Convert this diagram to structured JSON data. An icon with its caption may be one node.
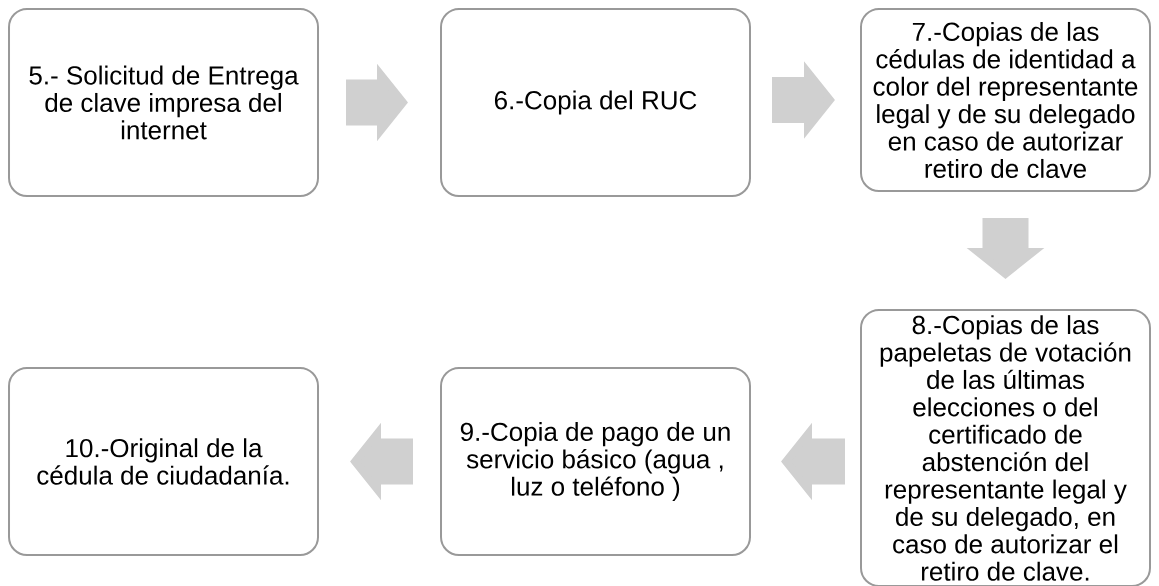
{
  "diagram": {
    "nodes": [
      {
        "text": [
          "5.- Solicitud de Entrega de clave impresa del internet"
        ]
      },
      {
        "text": [
          "6.-Copia del RUC"
        ]
      },
      {
        "text": [
          "7.-Copias de las cédulas de identidad a color del representante legal y de su delegado en caso de autorizar retiro de clave"
        ]
      },
      {
        "text": [
          "8.-Copias de las papeletas de votación de las últimas elecciones o del certificado de abstención del representante legal y de su delegado, en caso de autorizar el retiro de clave."
        ]
      },
      {
        "text": [
          "9.-Copia de pago de un servicio básico (agua , luz o teléfono )"
        ]
      },
      {
        "text": [
          "10.-Original de la cédula de ciudadanía."
        ]
      }
    ],
    "edges": [
      {
        "from": 0,
        "to": 1,
        "arrow": "to"
      },
      {
        "from": 1,
        "to": 2,
        "arrow": "to"
      },
      {
        "from": 2,
        "to": 3,
        "arrow": "to"
      },
      {
        "from": 3,
        "to": 4,
        "arrow": "to"
      },
      {
        "from": 4,
        "to": 5,
        "arrow": "to"
      }
    ]
  }
}
